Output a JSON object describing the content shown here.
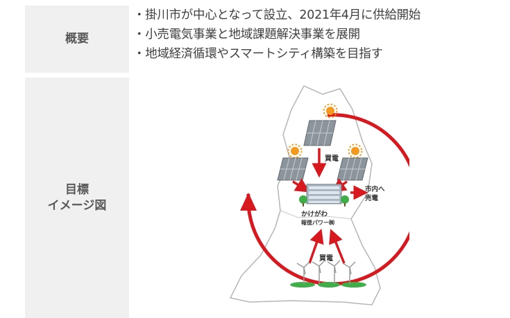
{
  "overview": {
    "label": "概要",
    "bullets": [
      "・掛川市が中心となって設立、2021年4月に供給開始",
      "・小売電気事業と地域課題解決事業を展開",
      "・地域経済循環やスマートシティ構築を目指す"
    ]
  },
  "goal": {
    "label_line1": "目標",
    "label_line2": "イメージ図"
  },
  "diagram": {
    "buy_top": "買電",
    "buy_bottom": "買電",
    "sell_line1": "市内へ",
    "sell_line2": "売電",
    "company_line1": "かけがわ",
    "company_line2": "報徳パワー㈱",
    "colors": {
      "arrow": "#d7181f",
      "tree": "#3fae49",
      "panel": "#8c959c"
    }
  }
}
